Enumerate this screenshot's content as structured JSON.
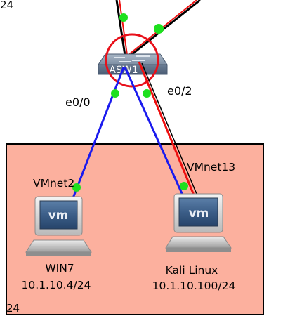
{
  "corner_label_top": "24",
  "corner_label_bottom": "24",
  "switch": {
    "name": "ASW1",
    "icon": "network-switch-icon",
    "highlight_color": "#e8101a"
  },
  "interfaces": {
    "left": "e0/0",
    "right": "e0/2"
  },
  "vm_network": {
    "background_color": "#fcb09e",
    "border_color": "#000000"
  },
  "hosts": [
    {
      "vmnet": "VMnet2",
      "name": "WIN7",
      "ip": "10.1.10.4/24",
      "icon": "vm-workstation-icon"
    },
    {
      "vmnet": "VMnet13",
      "name": "Kali Linux",
      "ip": "10.1.10.100/24",
      "icon": "vm-workstation-icon"
    }
  ],
  "colors": {
    "link_black": "#000000",
    "link_red": "#ef1010",
    "link_blue": "#1a1aee",
    "link_endpoint": "#1ee01e"
  }
}
